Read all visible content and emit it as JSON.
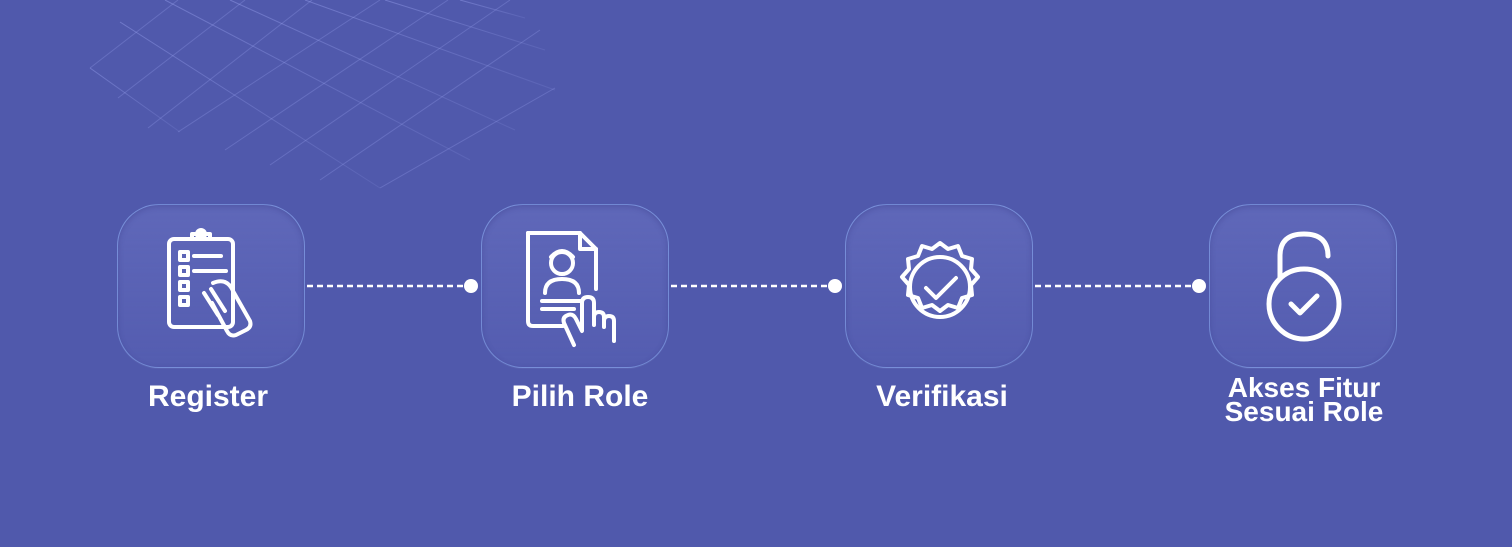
{
  "steps": [
    {
      "label": "Register",
      "icon": "clipboard-form-icon"
    },
    {
      "label": "Pilih Role",
      "icon": "profile-select-icon"
    },
    {
      "label": "Verifikasi",
      "icon": "verified-badge-icon"
    },
    {
      "label_line1": "Akses Fitur",
      "label_line2": "Sesuai Role",
      "icon": "unlocked-padlock-icon"
    }
  ],
  "colors": {
    "background": "#5059ac",
    "icon_stroke": "#ffffff",
    "label": "#ffffff"
  }
}
